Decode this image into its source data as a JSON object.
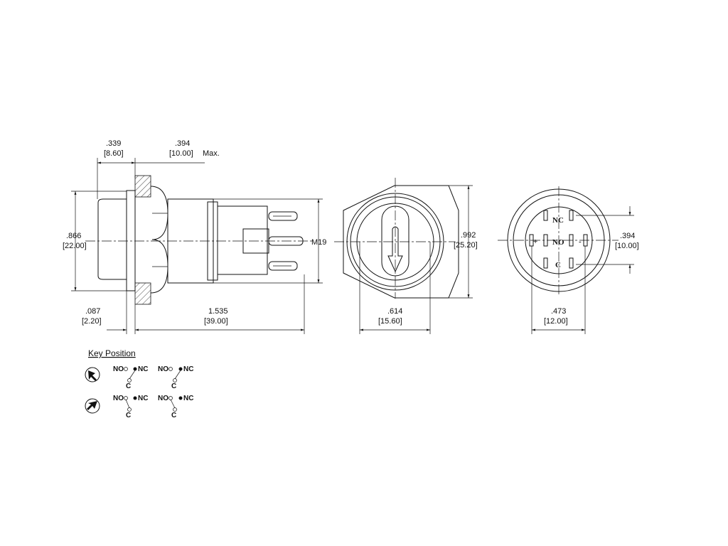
{
  "side_view": {
    "dim_top_left": {
      "inch": ".339",
      "mm": "[8.60]"
    },
    "dim_top_right": {
      "inch": ".394",
      "mm": "[10.00]",
      "suffix": "Max."
    },
    "dim_height": {
      "inch": ".866",
      "mm": "[22.00]"
    },
    "dim_bottom_left": {
      "inch": ".087",
      "mm": "[2.20]"
    },
    "dim_bottom_length": {
      "inch": "1.535",
      "mm": "[39.00]"
    },
    "thread_label": "M19"
  },
  "front_view": {
    "dim_height": {
      "inch": ".992",
      "mm": "[25.20]"
    },
    "dim_width": {
      "inch": ".614",
      "mm": "[15.60]"
    }
  },
  "rear_view": {
    "dim_height": {
      "inch": ".394",
      "mm": "[10.00]"
    },
    "dim_width": {
      "inch": ".473",
      "mm": "[12.00]"
    },
    "pin_labels": {
      "nc": "NC",
      "no": "NO",
      "c": "C",
      "plus": "+",
      "minus": "-"
    }
  },
  "key_position": {
    "title": "Key Position",
    "contact_labels": {
      "no": "NO",
      "nc": "NC",
      "c": "C"
    },
    "icons": [
      "key-arrow-icon",
      "key-arrow-icon"
    ]
  }
}
